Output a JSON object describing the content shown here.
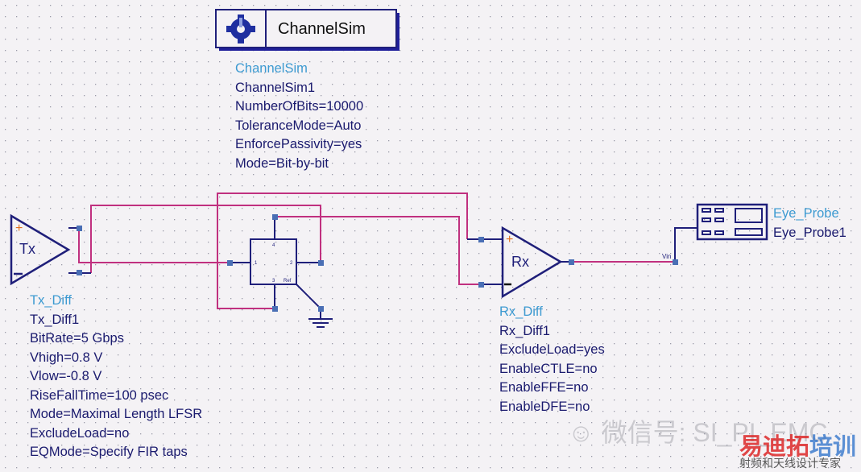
{
  "channelsim": {
    "title": "ChannelSim",
    "type": "ChannelSim",
    "instance": "ChannelSim1",
    "params": [
      "NumberOfBits=10000",
      "ToleranceMode=Auto",
      "EnforcePassivity=yes",
      "Mode=Bit-by-bit"
    ]
  },
  "tx": {
    "symbol_label": "Tx",
    "type": "Tx_Diff",
    "instance": "Tx_Diff1",
    "params": [
      "BitRate=5 Gbps",
      "Vhigh=0.8 V",
      "Vlow=-0.8 V",
      "RiseFallTime=100 psec",
      "Mode=Maximal Length LFSR",
      "ExcludeLoad=no",
      "EQMode=Specify FIR taps"
    ]
  },
  "rx": {
    "symbol_label": "Rx",
    "type": "Rx_Diff",
    "instance": "Rx_Diff1",
    "params": [
      "ExcludeLoad=yes",
      "EnableCTLE=no",
      "EnableFFE=no",
      "EnableDFE=no"
    ]
  },
  "sparam": {
    "ports": [
      "1",
      "2",
      "3",
      "4"
    ],
    "ref": "Ref"
  },
  "probe": {
    "type": "Eye_Probe",
    "instance": "Eye_Probe1",
    "pin": "Vin"
  },
  "watermark": {
    "wechat": "微信号: SI_PI_EMC",
    "brand1": "易迪拓",
    "brand2": "培训",
    "slogan": "射频和天线设计专家"
  },
  "colors": {
    "wire": "#c0307f",
    "component": "#1f1f7a",
    "port": "#4a6fb5",
    "type_label": "#3d9ad1"
  }
}
